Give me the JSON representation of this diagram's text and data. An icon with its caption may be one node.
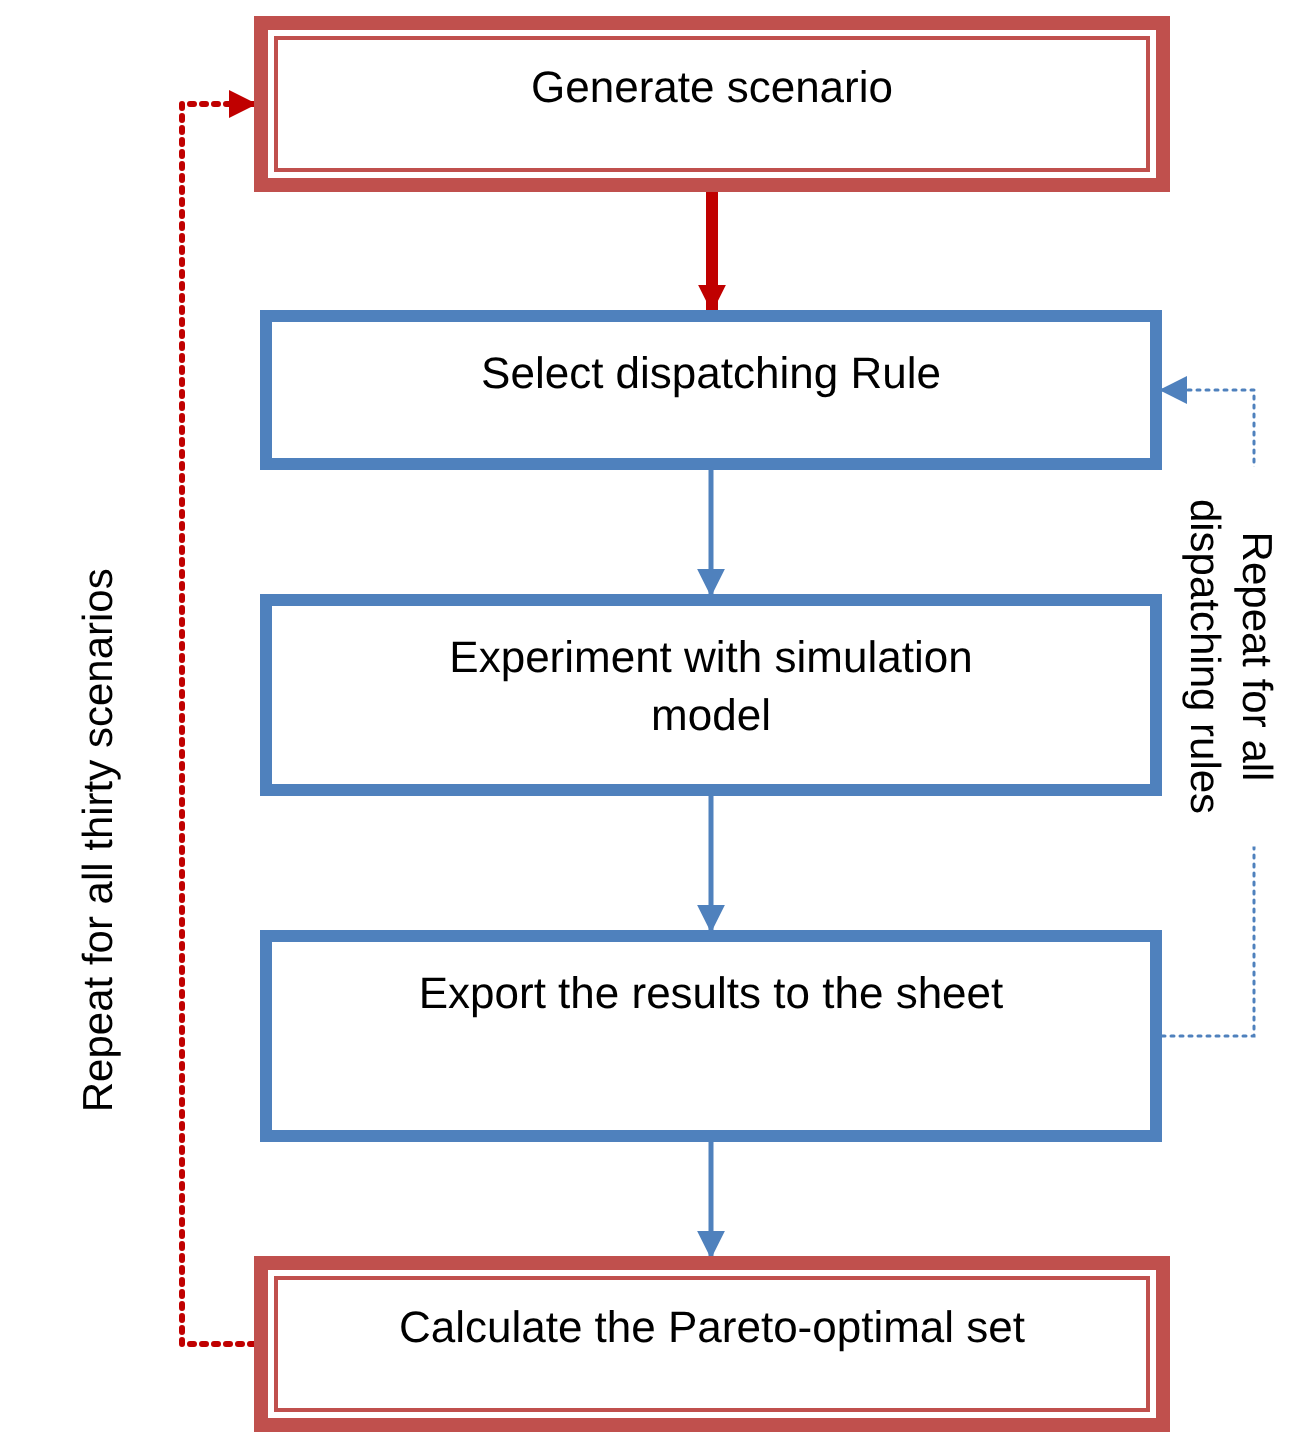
{
  "diagram": {
    "nodes": [
      {
        "text": [
          "Generate scenario"
        ]
      },
      {
        "text": [
          "Select dispatching Rule"
        ]
      },
      {
        "text": [
          "Experiment with simulation model"
        ]
      },
      {
        "text": [
          "Export the results to the sheet"
        ]
      },
      {
        "text": [
          "Calculate the Pareto-optimal set"
        ]
      }
    ],
    "edges": [
      {
        "from": 0,
        "to": 1,
        "arrow": "to",
        "style": "thick",
        "color": "#c00000"
      },
      {
        "from": 1,
        "to": 2,
        "arrow": "to"
      },
      {
        "from": 2,
        "to": 3,
        "arrow": "to"
      },
      {
        "from": 3,
        "to": 4,
        "arrow": "to"
      },
      {
        "from": 4,
        "to": 0,
        "arrow": "to",
        "style": "dashed",
        "color": "#c00000",
        "label": "Repeat for all thirty scenarios"
      },
      {
        "from": 3,
        "to": 1,
        "arrow": "to",
        "style": "dashed",
        "label": "Repeat for all dispatching rules"
      }
    ]
  }
}
